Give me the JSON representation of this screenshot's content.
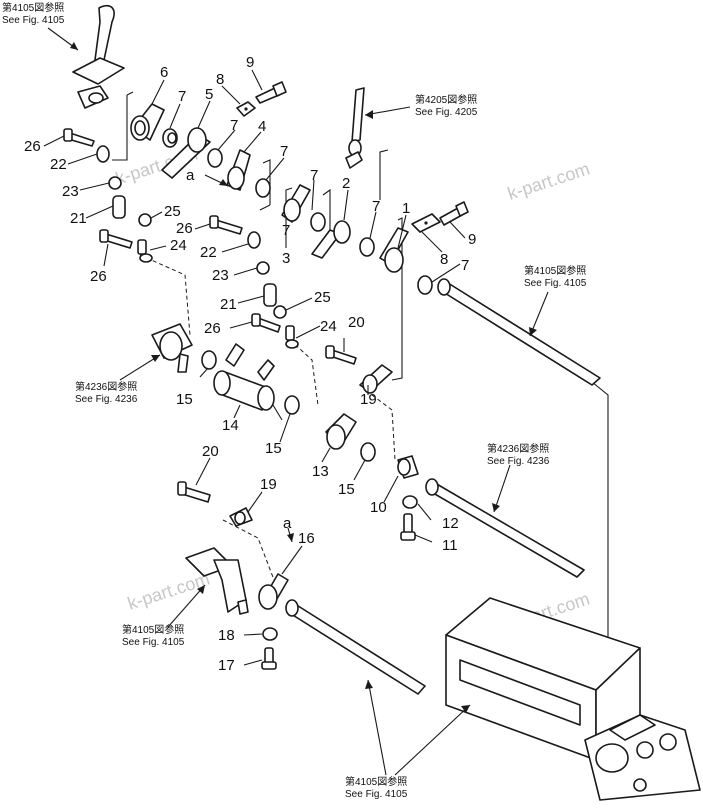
{
  "refs": [
    {
      "id": "r4105a",
      "line1": "第4105図参照",
      "line2": "See Fig. 4105"
    },
    {
      "id": "r4205",
      "line1": "第4205図参照",
      "line2": "See Fig. 4205"
    },
    {
      "id": "r4105b",
      "line1": "第4105図参照",
      "line2": "See Fig. 4105"
    },
    {
      "id": "r4236a",
      "line1": "第4236図参照",
      "line2": "See Fig. 4236"
    },
    {
      "id": "r4236b",
      "line1": "第4236図参照",
      "line2": "See Fig. 4236"
    },
    {
      "id": "r4105c",
      "line1": "第4105図参照",
      "line2": "See Fig. 4105"
    },
    {
      "id": "r4105d",
      "line1": "第4105図参照",
      "line2": "See Fig. 4105"
    }
  ],
  "callouts": [
    "1",
    "2",
    "3",
    "4",
    "5",
    "6",
    "7",
    "8",
    "9",
    "10",
    "11",
    "12",
    "13",
    "14",
    "15",
    "16",
    "17",
    "18",
    "19",
    "20",
    "21",
    "22",
    "23",
    "24",
    "25",
    "26",
    "a"
  ],
  "watermark": "k-part.com"
}
